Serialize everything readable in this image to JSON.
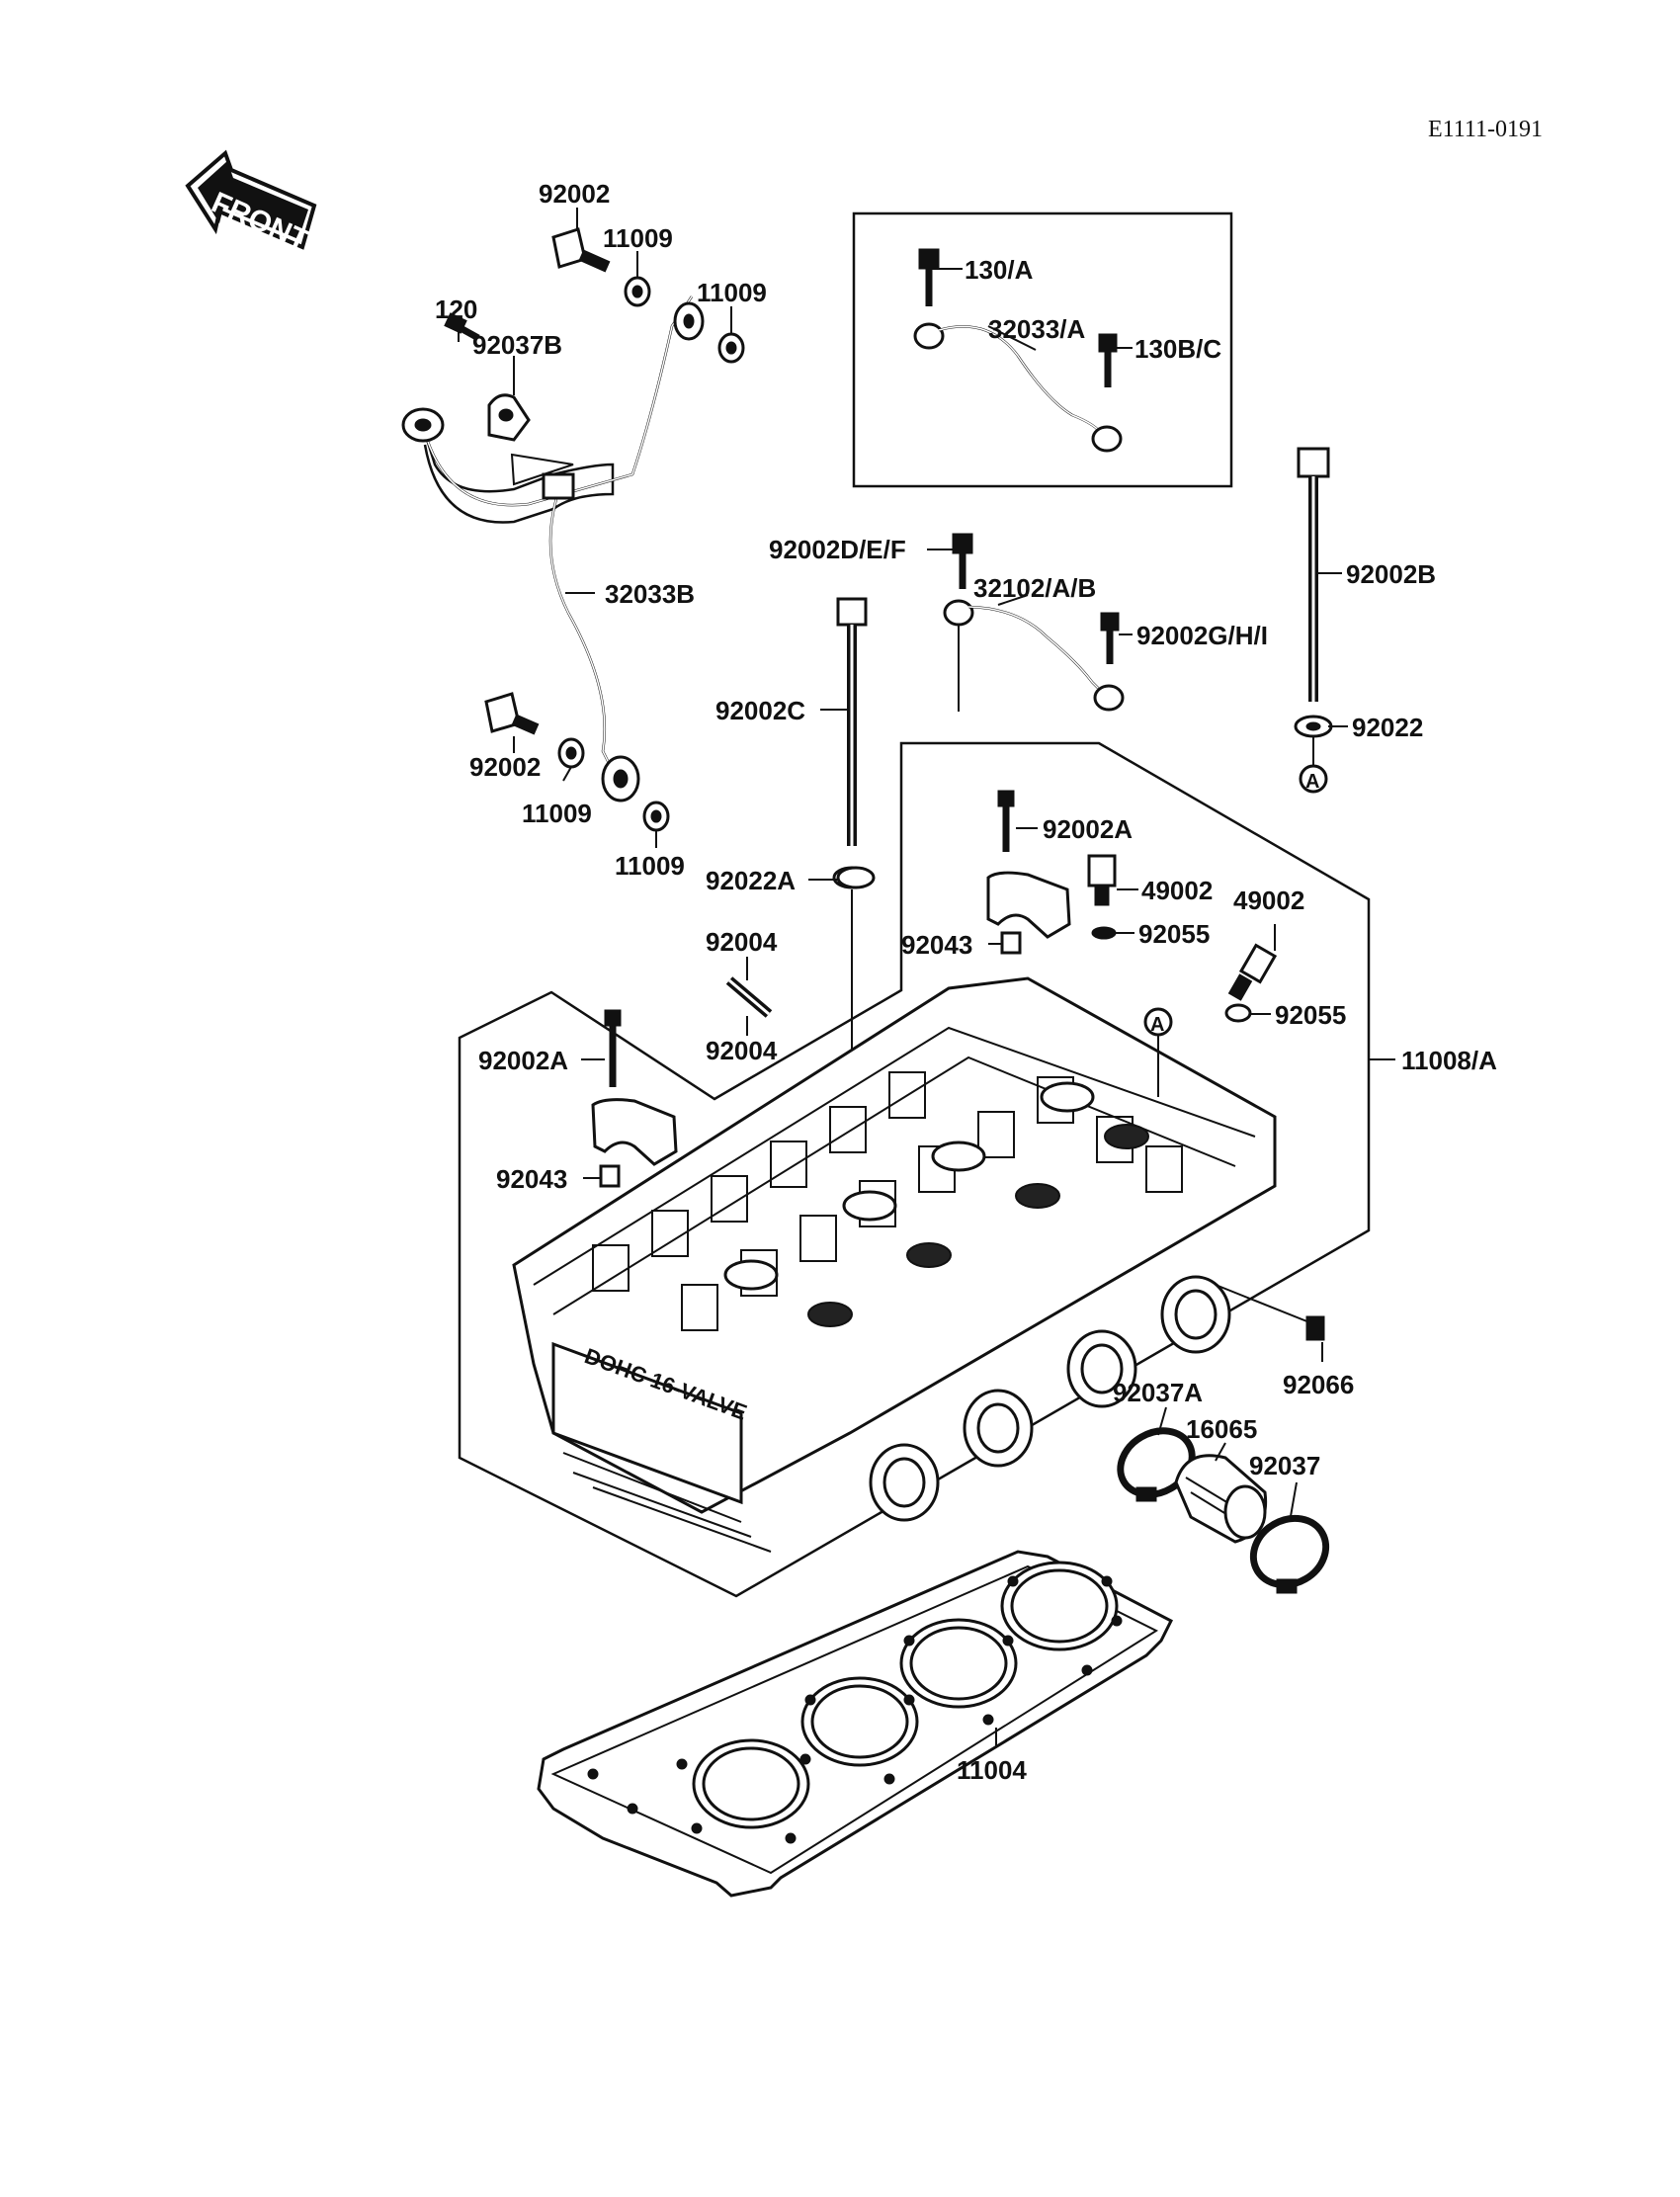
{
  "diagram_code": "E1111-0191",
  "front_label": "FRONT",
  "engine_lettering": "DOHC 16-VALVE",
  "labels": {
    "p92002_top": "92002",
    "p11009_a": "11009",
    "p11009_b": "11009",
    "p120": "120",
    "p92037B": "92037B",
    "p32033B": "32033B",
    "p92002_mid": "92002",
    "p11009_c": "11009",
    "p11009_d": "11009",
    "p130A": "130/A",
    "p32033A": "32033/A",
    "p130BC": "130B/C",
    "p92002DEF": "92002D/E/F",
    "p32102AB": "32102/A/B",
    "p92002GHI": "92002G/H/I",
    "p92002B": "92002B",
    "p92022": "92022",
    "ref_A_1": "A",
    "p92002C": "92002C",
    "p92002A_r": "92002A",
    "p49002_a": "49002",
    "p92055_a": "92055",
    "p49002_b": "49002",
    "p92055_b": "92055",
    "p92022A": "92022A",
    "p92043_r": "92043",
    "p92004_a": "92004",
    "p92004_b": "92004",
    "ref_A_2": "A",
    "p11008A": "11008/A",
    "p92002A_l": "92002A",
    "p92043_l": "92043",
    "p92066": "92066",
    "p92037A": "92037A",
    "p16065": "16065",
    "p92037": "92037",
    "p11004": "11004"
  }
}
